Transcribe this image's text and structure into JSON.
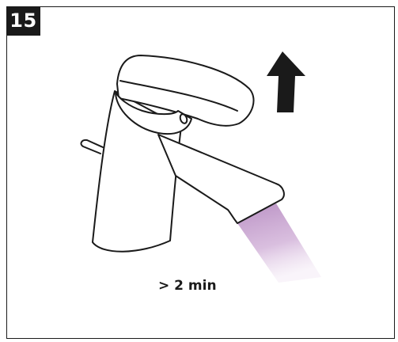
{
  "step": {
    "number": "15"
  },
  "instruction": {
    "duration": "> 2 min"
  },
  "icons": {
    "faucet": "faucet-illustration",
    "lever_direction": "arrow-up-icon",
    "water_flow": "water-flow-icon"
  },
  "colors": {
    "ink": "#1a1a1a",
    "water": "#b58ac0",
    "background": "#ffffff"
  }
}
